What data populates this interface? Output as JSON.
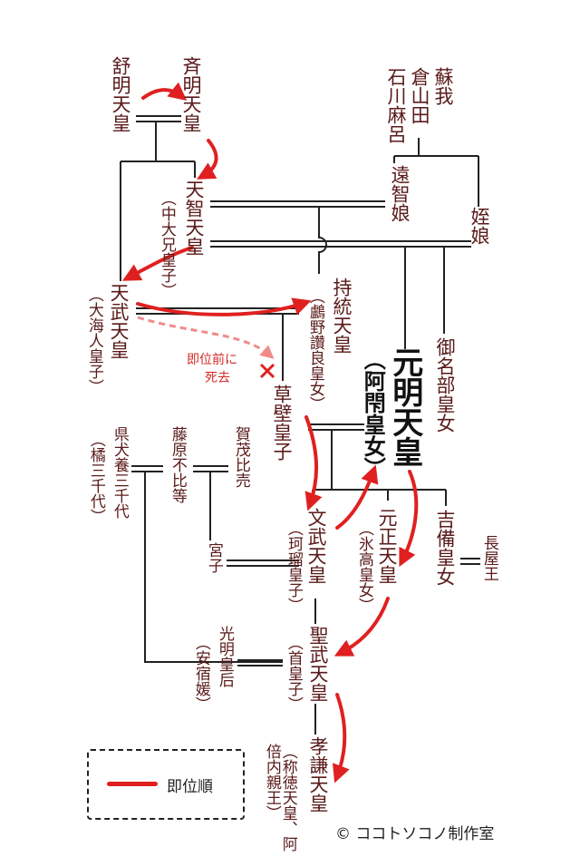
{
  "people": {
    "jomei": "舒明天皇",
    "saimei": "斉明天皇",
    "soga": "蘇我",
    "kurayamada": "倉山田",
    "ishikawa_maro": "石川麻呂",
    "tochi_iratsume": "遠智娘",
    "mei_iratsume": "姪娘",
    "tenji": "天智天皇",
    "tenji_alias": "（中大兄皇子）",
    "tenmu": "天武天皇",
    "tenmu_alias": "（大海人皇子）",
    "jito": "持統天皇",
    "jito_alias": "（鸕野讚良皇女）",
    "minabe": "御名部皇女",
    "genmei": "元明天皇",
    "genmei_alias": "（阿閇皇女）",
    "kusakabe": "草壁皇子",
    "agata": "県犬養三千代",
    "agata_alias": "（橘三千代）",
    "fuhito": "藤原不比等",
    "kamo": "賀茂比売",
    "monmu": "文武天皇",
    "monmu_alias": "（珂瑠皇子）",
    "gensho": "元正天皇",
    "gensho_alias": "（氷高皇女）",
    "kibi": "吉備皇女",
    "nagaya": "長屋王",
    "miyako": "宮子",
    "komyo": "光明皇后",
    "komyo_alias": "（安宿媛）",
    "shomu": "聖武天皇",
    "shomu_alias": "（首皇子）",
    "koken": "孝謙天皇",
    "koken_alias": "（称徳天皇、阿倍内親王）"
  },
  "annotation": {
    "died_line1": "即位前に",
    "died_line2": "死去"
  },
  "legend": {
    "label": "即位順"
  },
  "credit": "© ココトソコノ制作室",
  "colors": {
    "succession_arrow": "#e02020",
    "text": "#5a1a1a",
    "line": "#222222"
  }
}
